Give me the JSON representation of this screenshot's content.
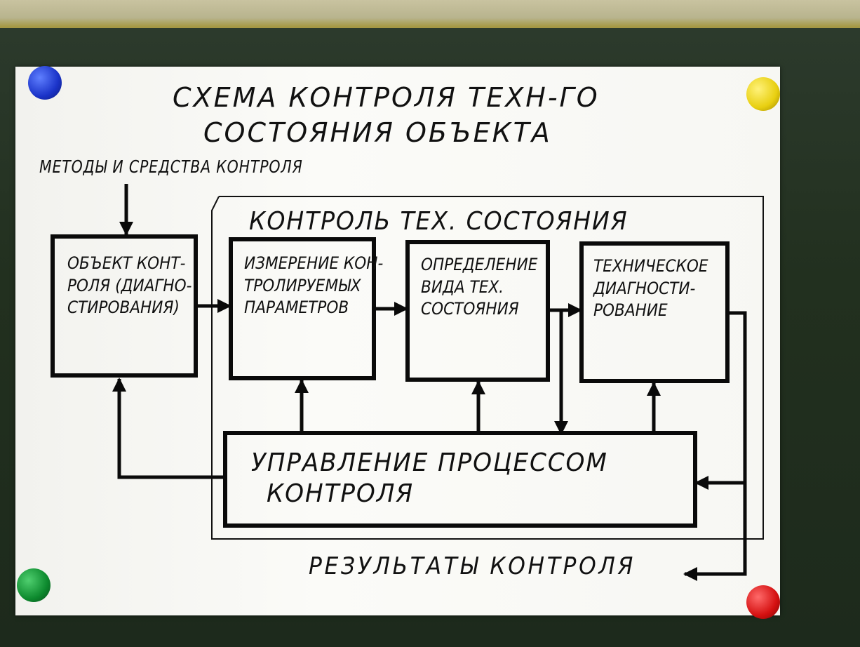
{
  "title_lines": [
    "СХЕМА КОНТРОЛЯ ТЕХН-ГО",
    "СОСТОЯНИЯ ОБЪЕКТА"
  ],
  "methods_label": "МЕТОДЫ И СРЕДСТВА КОНТРОЛЯ",
  "control_group_label": "КОНТРОЛЬ ТЕХ. СОСТОЯНИЯ",
  "blocks": {
    "object": [
      "ОБЪЕКТ КОНТ-",
      "РОЛЯ (ДИАГНО-",
      "СТИРОВАНИЯ)"
    ],
    "measurement": [
      "ИЗМЕРЕНИЕ КОН-",
      "ТРОЛИРУЕМЫХ",
      "ПАРАМЕТРОВ"
    ],
    "state": [
      "ОПРЕДЕЛЕНИЕ",
      "ВИДА ТЕХ.",
      "СОСТОЯНИЯ"
    ],
    "diagnostics": [
      "ТЕХНИЧЕСКОЕ",
      "ДИАГНОСТИ-",
      "РОВАНИЕ"
    ],
    "management": [
      "УПРАВЛЕНИЕ ПРОЦЕССОМ",
      "КОНТРОЛЯ"
    ]
  },
  "results_label": "РЕЗУЛЬТАТЫ КОНТРОЛЯ",
  "colors": {
    "paper": "#f7f7f3",
    "ink": "#0a0a0a",
    "board": "#22301f",
    "magnets": [
      "#1a33c8",
      "#e8cf10",
      "#0d8a2e",
      "#d41010"
    ]
  }
}
